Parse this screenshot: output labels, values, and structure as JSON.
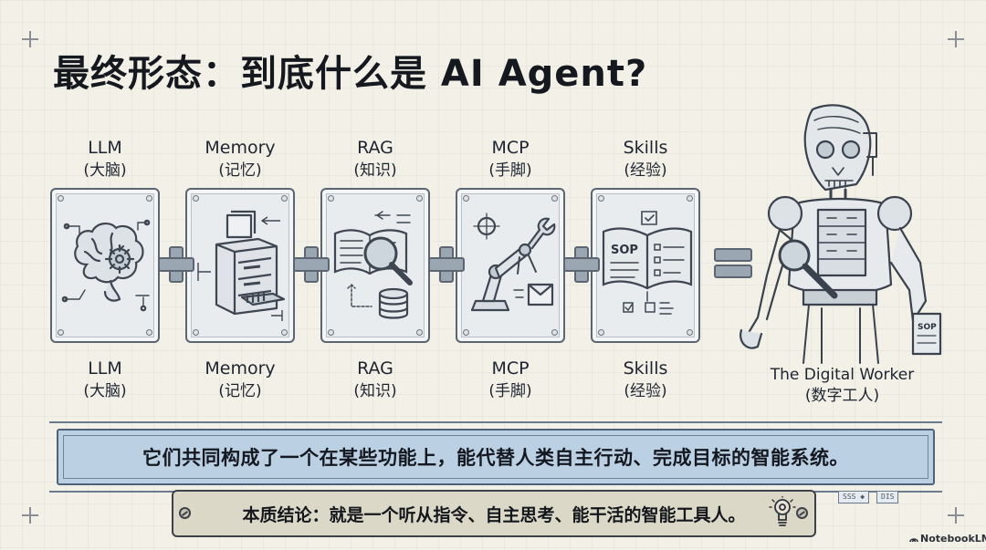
{
  "title": "最终形态：到底什么是 AI Agent?",
  "components": [
    {
      "name": "LLM",
      "sub": "(大脑)",
      "icon": "brain-gear-icon"
    },
    {
      "name": "Memory",
      "sub": "(记忆)",
      "icon": "file-cabinet-icon"
    },
    {
      "name": "RAG",
      "sub": "(知识)",
      "icon": "magnifier-book-database-icon"
    },
    {
      "name": "MCP",
      "sub": "(手脚)",
      "icon": "robot-arm-icon"
    },
    {
      "name": "Skills",
      "sub": "(经验)",
      "icon": "sop-book-checklist-icon"
    }
  ],
  "result": {
    "name": "The Digital Worker",
    "sub": "(数字工人)",
    "icon": "robot-worker-icon",
    "badge": "SOP"
  },
  "icon_texts": {
    "sop": "SOP"
  },
  "banner_text": "它们共同构成了一个在某些功能上，能代替人类自主行动、完成目标的智能系统。",
  "banner_tags": [
    "SSS ◆",
    "DIS"
  ],
  "conclusion": "本质结论：就是一个听从指令、自主思考、能干活的智能工具人。",
  "watermark": "NotebookLM",
  "colors": {
    "background": "#f3f1e7",
    "banner": "#bcd0e3",
    "plate": "#dcd8c8",
    "card": "#e9ecee",
    "line": "#5c6672"
  }
}
